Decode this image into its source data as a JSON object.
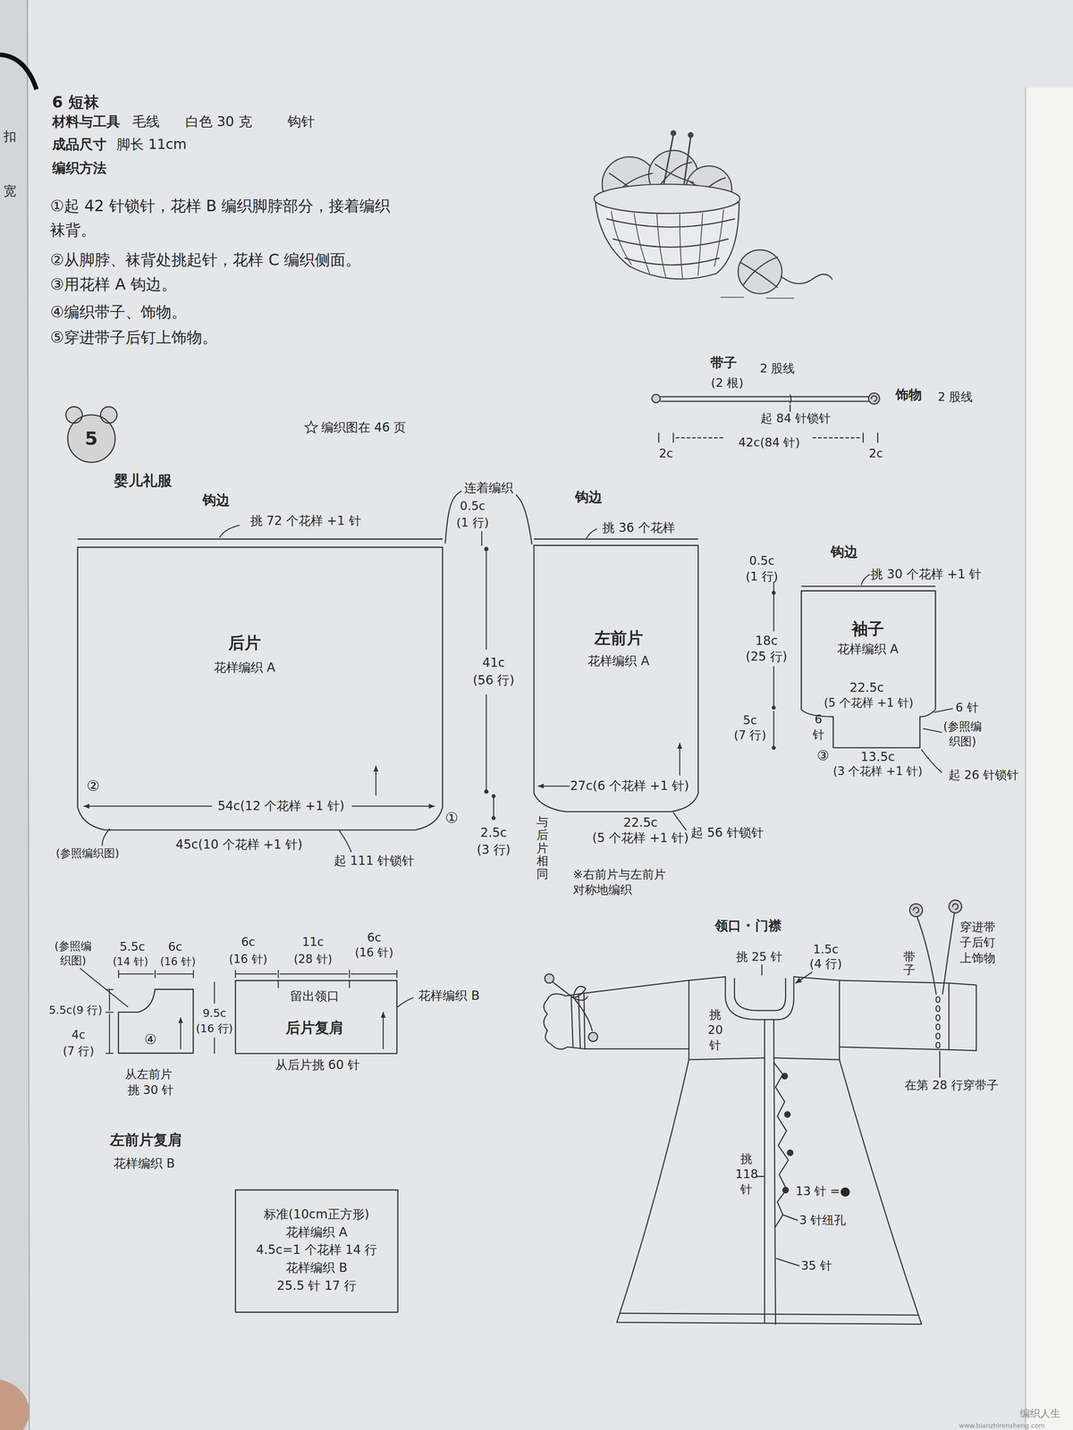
{
  "diagram": {
    "title": "婴儿礼服",
    "nodes": [
      {
        "text": [
          "5"
        ]
      },
      {
        "text": [
          "后片",
          "花样编织 A"
        ]
      },
      {
        "text": [
          "左前片",
          "花样编织 A"
        ]
      },
      {
        "text": [
          "袖子",
          "花样编织 A"
        ]
      },
      {
        "text": [
          "④"
        ]
      },
      {
        "text": [
          "留出领口",
          "后片复肩"
        ]
      },
      {
        "text": [
          "标准(10cm正方形)",
          "花样编织 A",
          "4.5c=1 个花样 14 行",
          "花样编织 B",
          "25.5 针 17 行"
        ]
      }
    ],
    "edges": [
      {
        "from": 1,
        "to": 2,
        "label": "连着编织",
        "arrow": "none"
      }
    ],
    "labels": [
      "扣",
      "宽",
      "6 短袜",
      "材料与工具",
      "毛线",
      "白色 30 克",
      "钩针",
      "成品尺寸",
      "脚长 11cm",
      "编织方法",
      "①起 42 针锁针，花样 B 编织脚脖部分，接着编织袜背。",
      "②从脚脖、袜背处挑起针，花样 C 编织侧面。",
      "③用花样 A 钩边。",
      "④编织带子、饰物。",
      "⑤穿进带子后钉上饰物。",
      "编织图在 46 页",
      "带子",
      "2 股线",
      "(2 根)",
      "饰物",
      "2 股线",
      "起 84 针锁针",
      "2c",
      "42c(84 针)",
      "2c",
      "钩边",
      "挑 72 个花样 +1 针",
      "0.5c",
      "(1 行)",
      "41c",
      "(56 行)",
      "2.5c",
      "(3 行)",
      "②",
      "54c(12 个花样 +1 针)",
      "①",
      "45c(10 个花样 +1 针)",
      "(参照编织图)",
      "起 111 针锁针",
      "钩边",
      "挑 36 个花样",
      "27c(6 个花样 +1 针)",
      "22.5c",
      "(5 个花样 +1 针)",
      "起 56 针锁针",
      "与后片相同",
      "※右前片与左前片对称地编织",
      "钩边",
      "挑 30 个花样 +1 针",
      "0.5c",
      "(1 行)",
      "18c",
      "(25 行)",
      "5c",
      "(7 行)",
      "22.5c",
      "(5 个花样 +1 针)",
      "6 针",
      "6 针",
      "(参照编织图)",
      "③",
      "13.5c",
      "(3 个花样 +1 针)",
      "起 26 针锁针",
      "(参照编织图)",
      "5.5c",
      "6c",
      "(14 针)",
      "(16 针)",
      "5.5c(9 行)",
      "4c",
      "(7 行)",
      "从左前片",
      "挑 30 针",
      "左前片复肩",
      "花样编织 B",
      "6c",
      "(16 针)",
      "11c",
      "(28 针)",
      "6c",
      "(16 针)",
      "花样编织 B",
      "9.5c",
      "(16 行)",
      "从后片挑 60 针",
      "领口 · 门襟",
      "挑 25 针",
      "1.5c",
      "(4 行)",
      "挑 20 针",
      "挑 118 针",
      "13 针 =●",
      "3 针纽孔",
      "35 针",
      "带子",
      "穿进带子后钉上饰物",
      "在第 28 行穿带子",
      "编织人生",
      "www.bianzhirensheng.com"
    ]
  }
}
